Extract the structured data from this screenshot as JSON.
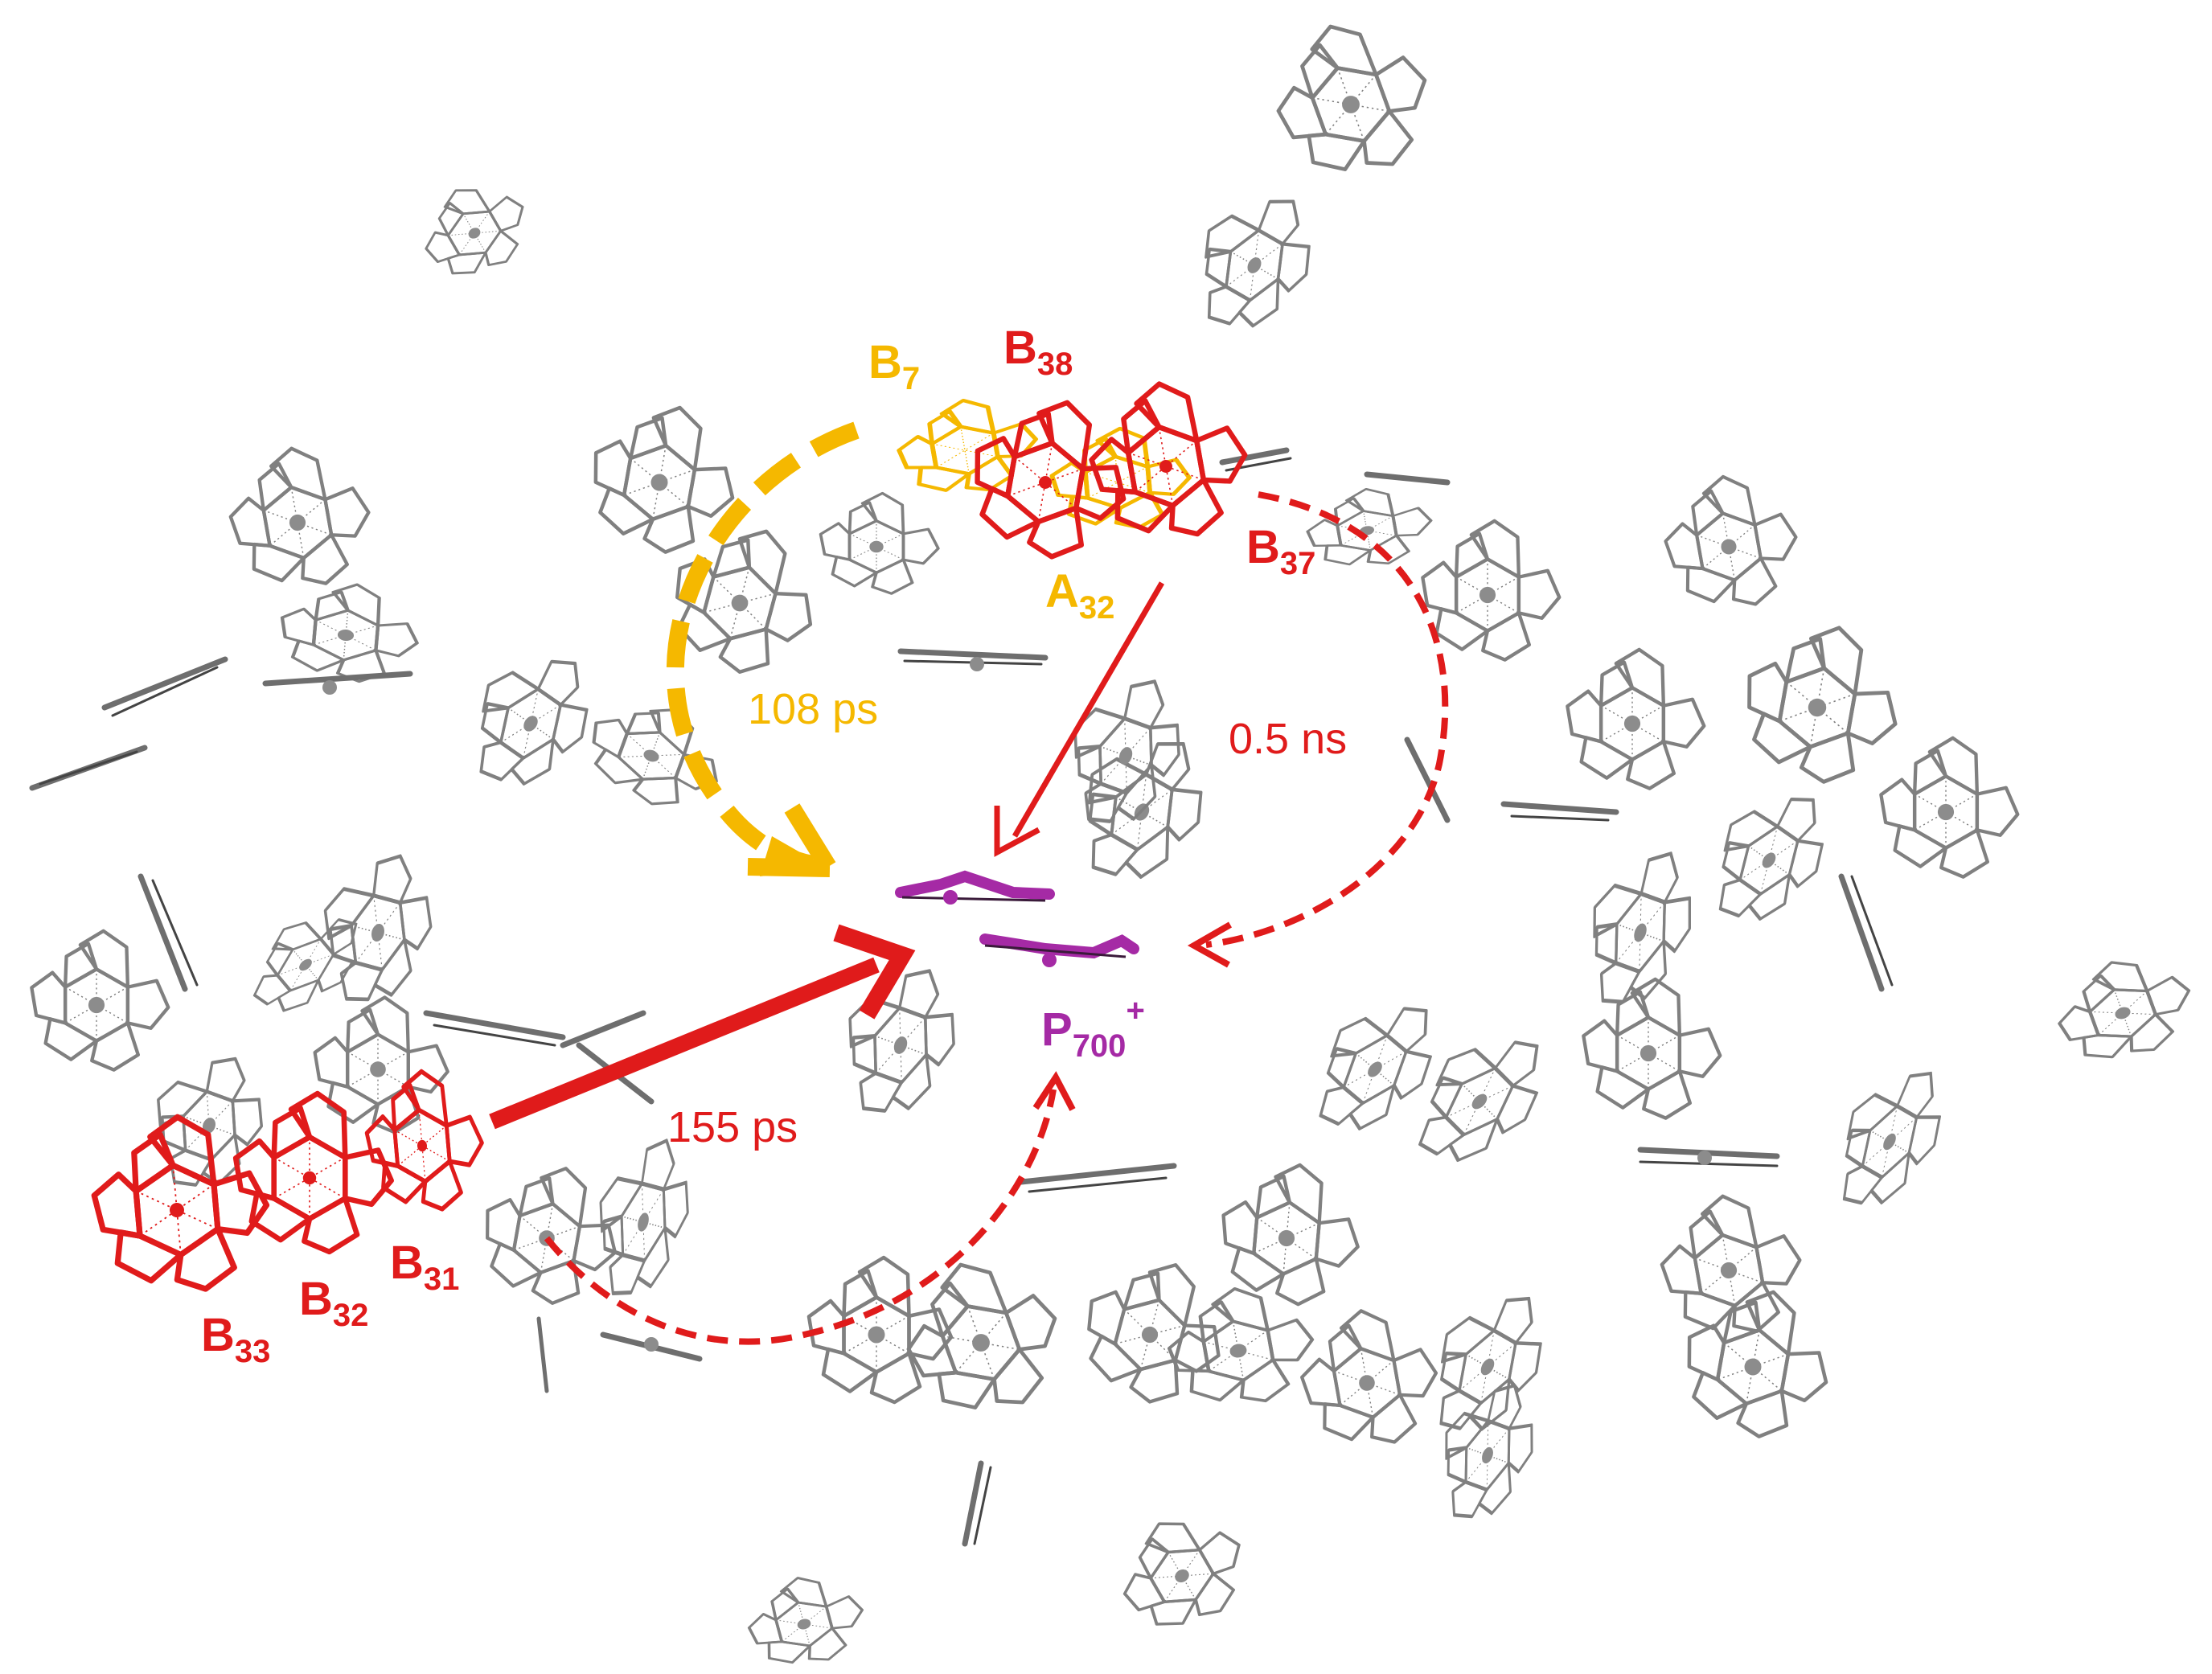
{
  "colors": {
    "background": "#ffffff",
    "antenna": "#808080",
    "antenna_dark": "#3a3a3a",
    "highlight_red": "#e01b1b",
    "highlight_orange": "#f5b800",
    "p700": "#a52aa5"
  },
  "labels": {
    "b7": {
      "main": "B",
      "sub": "7",
      "color": "#f5b800"
    },
    "b38": {
      "main": "B",
      "sub": "38",
      "color": "#e01b1b"
    },
    "a32": {
      "main": "A",
      "sub": "32",
      "color": "#f5b800"
    },
    "b37": {
      "main": "B",
      "sub": "37",
      "color": "#e01b1b"
    },
    "b31": {
      "main": "B",
      "sub": "31",
      "color": "#e01b1b"
    },
    "b32": {
      "main": "B",
      "sub": "32",
      "color": "#e01b1b"
    },
    "b33": {
      "main": "B",
      "sub": "33",
      "color": "#e01b1b"
    },
    "p700": {
      "main": "P",
      "sub": "700",
      "sup": "+",
      "color": "#a52aa5"
    }
  },
  "transfers": [
    {
      "from": "B7 / A32",
      "to": "P700+",
      "time": "108 ps",
      "style": "thick-dashed",
      "color": "#f5b800"
    },
    {
      "from": "B38",
      "to": "P700+",
      "time": "",
      "style": "solid-thin",
      "color": "#e01b1b"
    },
    {
      "from": "B37",
      "to": "P700+",
      "time": "0.5 ns",
      "style": "dashed-curve",
      "color": "#e01b1b"
    },
    {
      "from": "B31",
      "to": "P700+",
      "time": "155 ps",
      "style": "solid-thick",
      "color": "#e01b1b"
    },
    {
      "from": "antenna",
      "to": "P700+",
      "time": "",
      "style": "dashed-curve",
      "color": "#e01b1b"
    }
  ],
  "rates": {
    "r108": "108 ps",
    "r05": "0.5 ns",
    "r155": "155 ps"
  }
}
